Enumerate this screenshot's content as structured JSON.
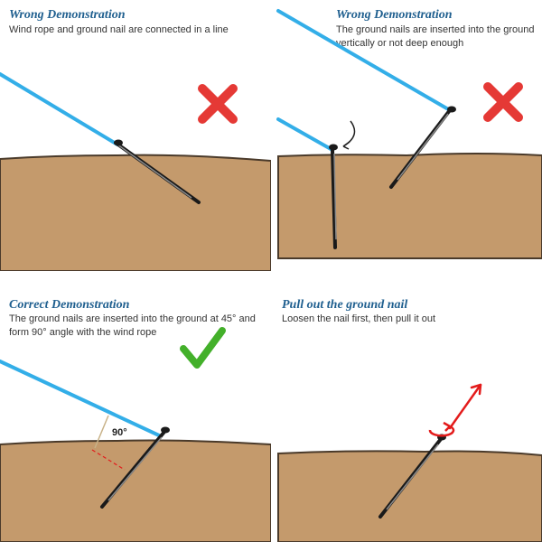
{
  "panels": [
    {
      "title": "Wrong Demonstration",
      "description": [
        "Wind rope and ground nail are connected in a line"
      ],
      "verdict": "wrong"
    },
    {
      "title": "Wrong Demonstration",
      "description": [
        "The ground nails are inserted into the ground",
        "vertically or not deep enough"
      ],
      "verdict": "wrong"
    },
    {
      "title": "Correct  Demonstration",
      "description": [
        "The ground nails are inserted into the ground at 45° and",
        "form 90° angle with the wind rope"
      ],
      "verdict": "correct",
      "angle_label": "90°"
    },
    {
      "title": "Pull out the ground nail",
      "description": [
        "Loosen the nail first, then pull it out"
      ]
    }
  ],
  "colors": {
    "ground": "#c49a6c",
    "ground_edge": "#4a3a2a",
    "rope": "#33aee8",
    "wrong_mark": "#e53935",
    "correct_mark": "#43b02a",
    "title": "#1f5f8f",
    "pull_arrow": "#e31b1b"
  },
  "icons": {
    "wrong": "red-cross-icon",
    "correct": "green-check-icon",
    "pull": "rotate-and-pull-arrow-icon"
  }
}
